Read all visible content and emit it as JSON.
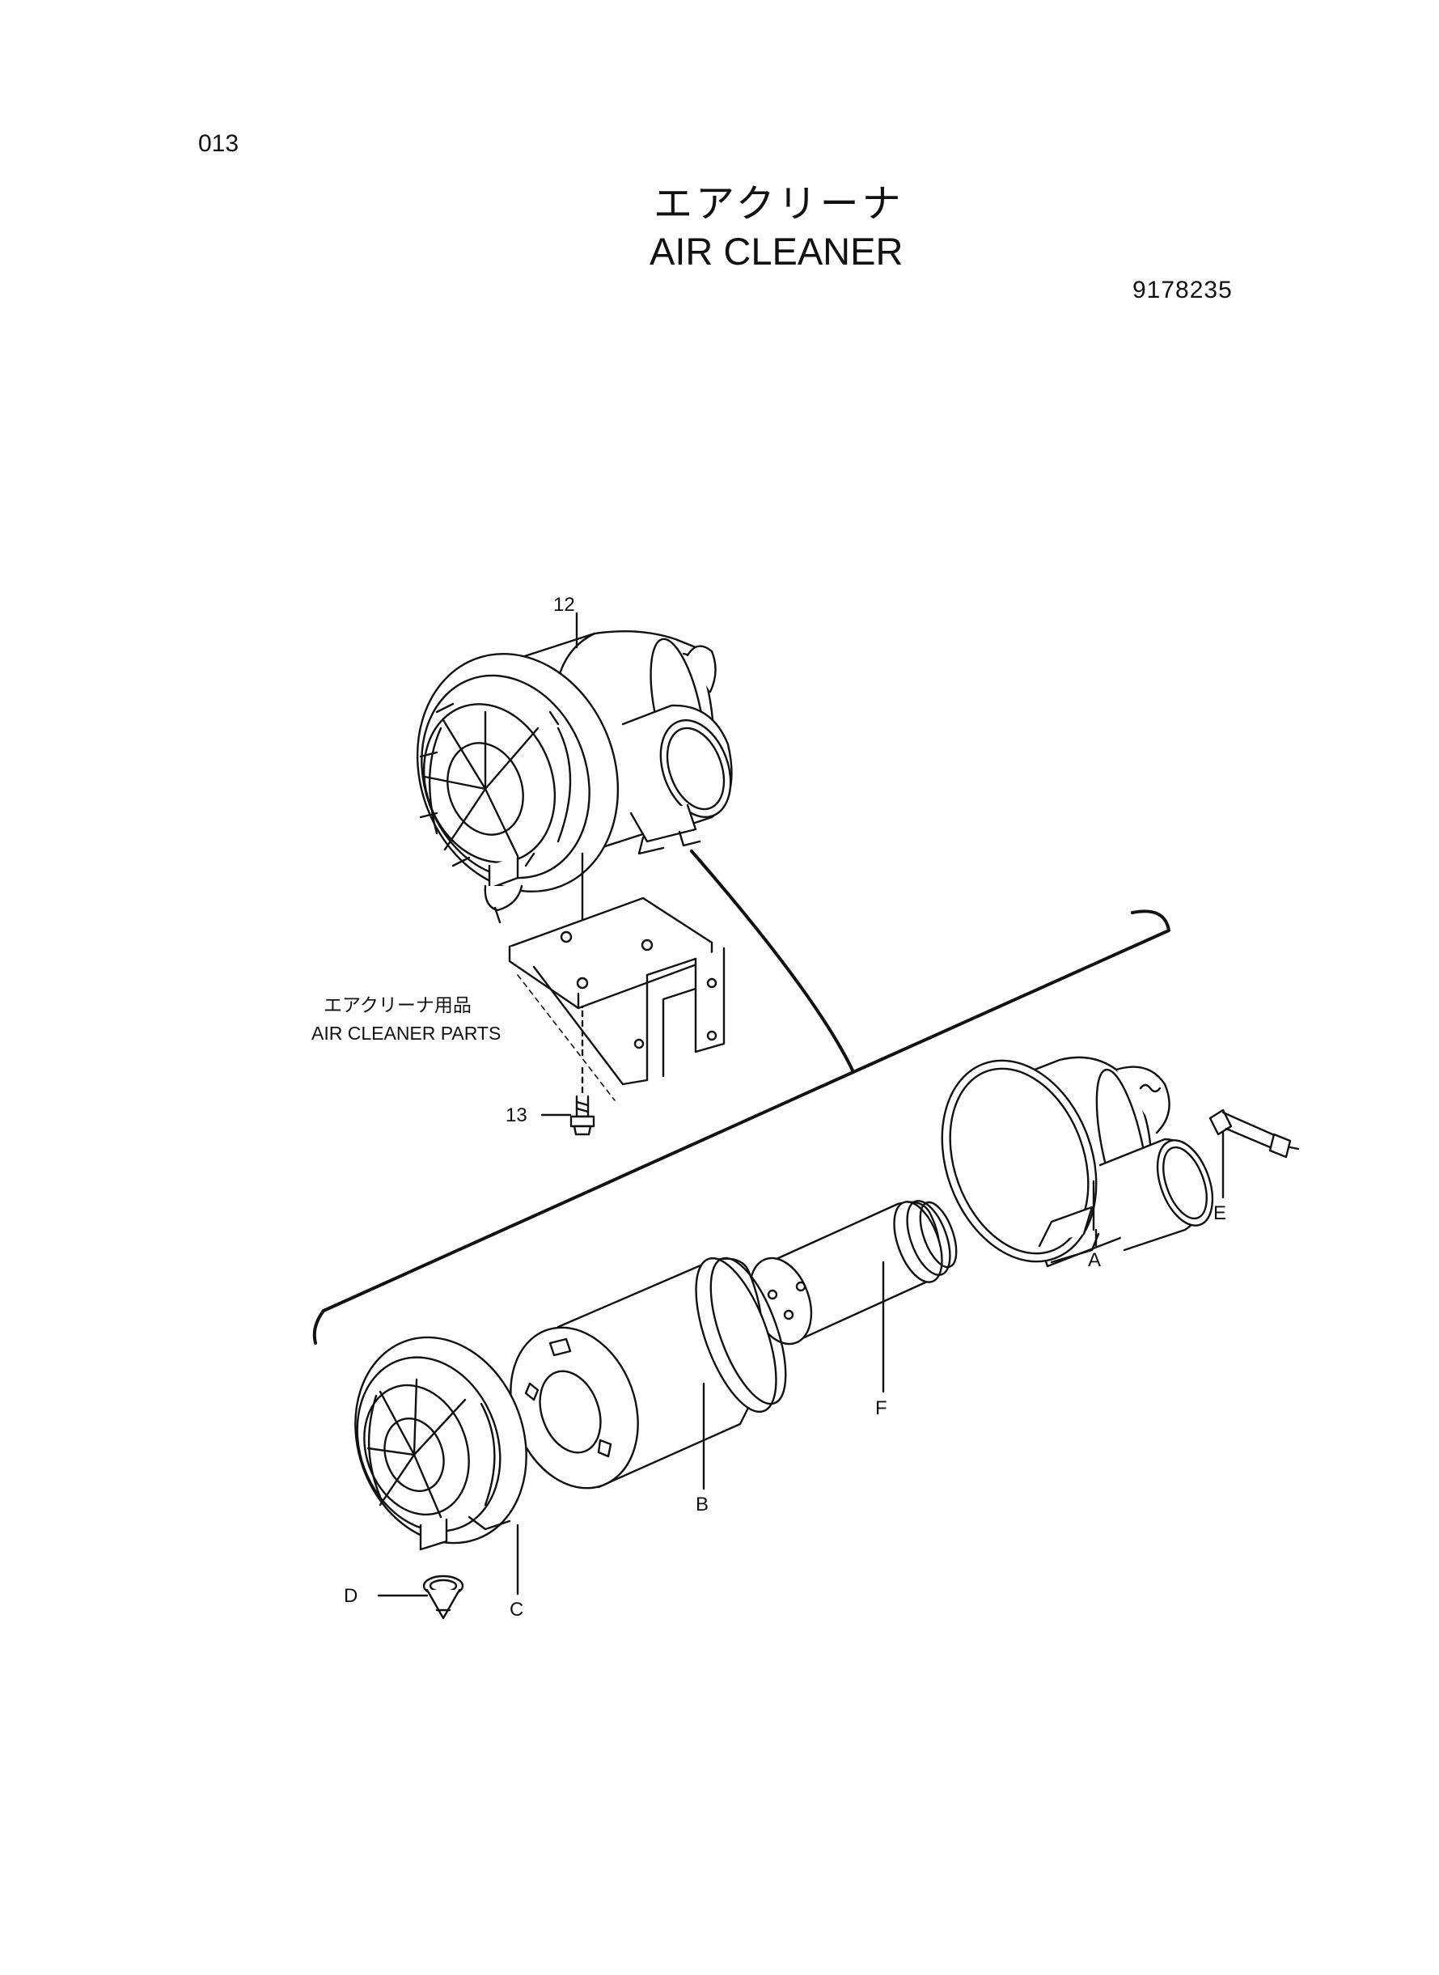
{
  "header": {
    "page_number": "013",
    "title_jp": "エアクリーナ",
    "title_en": "AIR CLEANER",
    "drawing_number": "9178235"
  },
  "group": {
    "label_jp": "エアクリーナ用品",
    "label_en": "AIR CLEANER PARTS"
  },
  "callouts": {
    "c12": "12",
    "c13": "13",
    "cA": "A",
    "cB": "B",
    "cC": "C",
    "cD": "D",
    "cE": "E",
    "cF": "F"
  }
}
